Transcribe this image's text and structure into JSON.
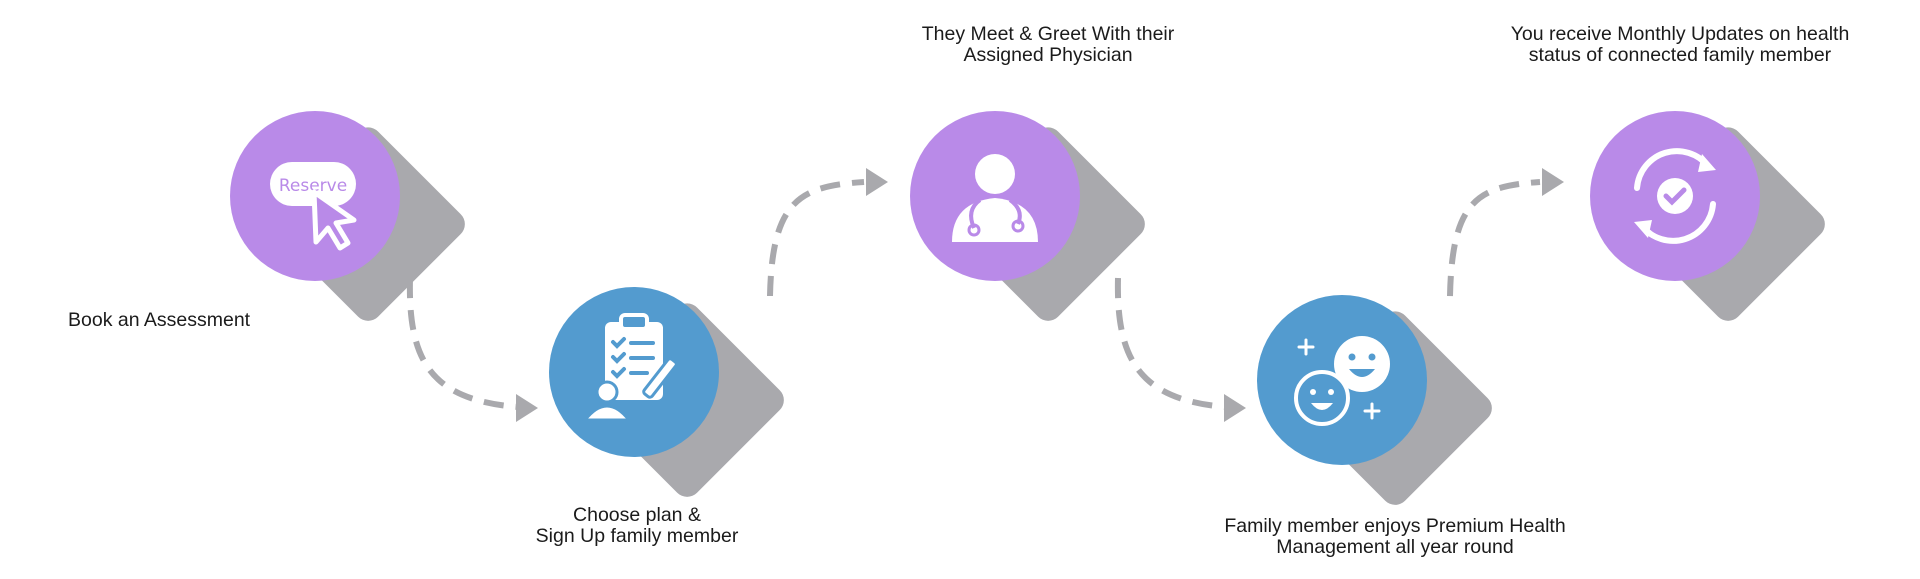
{
  "steps": [
    {
      "icon": "reserve-click-icon",
      "icon_text": "Reserve",
      "label": "Book an Assessment",
      "color": "#b98ae8"
    },
    {
      "icon": "clipboard-signup-icon",
      "label_line1": "Choose plan &",
      "label_line2": "Sign Up family member",
      "color": "#539bcf"
    },
    {
      "icon": "physician-icon",
      "label_line1": "They Meet & Greet With their",
      "label_line2": "Assigned Physician",
      "color": "#b98ae8"
    },
    {
      "icon": "happy-faces-icon",
      "label_line1": "Family member enjoys Premium Health",
      "label_line2": "Management all year round",
      "color": "#539bcf"
    },
    {
      "icon": "refresh-check-icon",
      "label_line1": "You receive Monthly Updates on health",
      "label_line2": "status of connected family member",
      "color": "#b98ae8"
    }
  ],
  "colors": {
    "shadow": "#a9a9ad",
    "arrow": "#a9a9ad",
    "icon_fill": "#ffffff"
  }
}
